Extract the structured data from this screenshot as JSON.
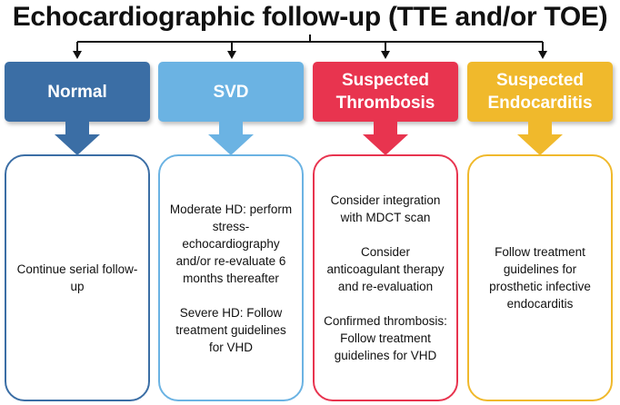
{
  "title": "Echocardiographic follow-up (TTE and/or TOE)",
  "columns": [
    {
      "header": [
        "Normal"
      ],
      "color": "#3b6ea5",
      "paragraphs": [
        "Continue serial follow-up"
      ]
    },
    {
      "header": [
        "SVD"
      ],
      "color": "#6bb3e3",
      "paragraphs": [
        "Moderate HD: perform stress-echocardiography and/or re-evaluate 6 months thereafter",
        "Severe HD: Follow treatment guidelines for VHD"
      ]
    },
    {
      "header": [
        "Suspected",
        "Thrombosis"
      ],
      "color": "#e8344f",
      "paragraphs": [
        "Consider integration with MDCT scan",
        "Consider anticoagulant therapy and re-evaluation",
        "Confirmed thrombosis: Follow treatment guidelines for VHD"
      ]
    },
    {
      "header": [
        "Suspected",
        "Endocarditis"
      ],
      "color": "#f0b92c",
      "paragraphs": [
        "Follow treatment guidelines for prosthetic infective endocarditis"
      ]
    }
  ]
}
